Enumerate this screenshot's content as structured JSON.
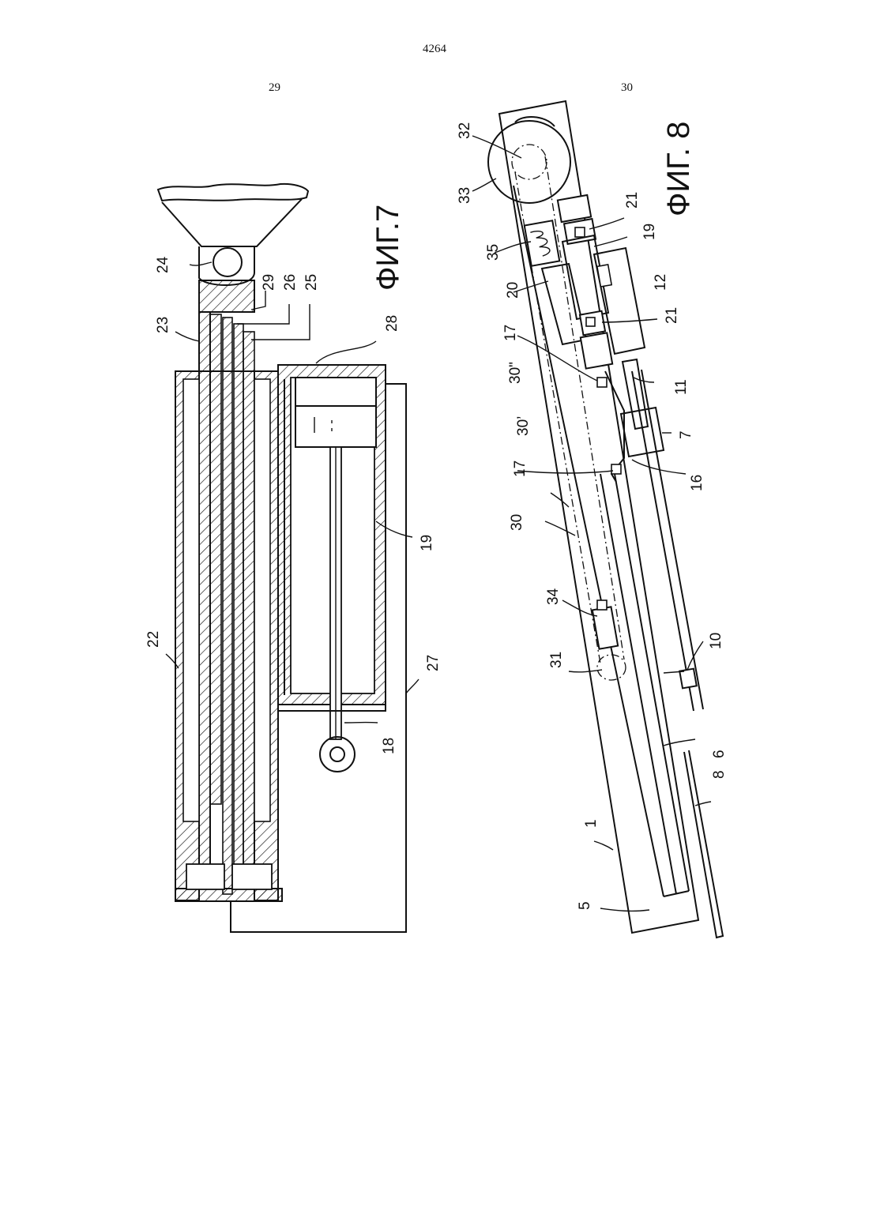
{
  "header": {
    "page_number": "4264",
    "column_left": "29",
    "column_right": "30"
  },
  "fig7": {
    "caption": "ФИГ.7",
    "labels": {
      "l24": "24",
      "l23": "23",
      "l29": "29",
      "l26": "26",
      "l25": "25",
      "l28": "28",
      "l19": "19",
      "l22": "22",
      "l27": "27",
      "l18": "18"
    }
  },
  "fig8": {
    "caption": "ФИГ. 8",
    "labels": {
      "l32": "32",
      "l33": "33",
      "l35": "35",
      "l20": "20",
      "l21a": "21",
      "l19": "19",
      "l12": "12",
      "l21b": "21",
      "l17a": "17",
      "l30dd": "30\"",
      "l11": "11",
      "l30d": "30’",
      "l7": "7",
      "l17b": "17",
      "l16": "16",
      "l30": "30",
      "l34": "34",
      "l10": "10",
      "l31": "31",
      "l8": "8",
      "l6": "6",
      "l1": "1",
      "l5": "5"
    }
  }
}
